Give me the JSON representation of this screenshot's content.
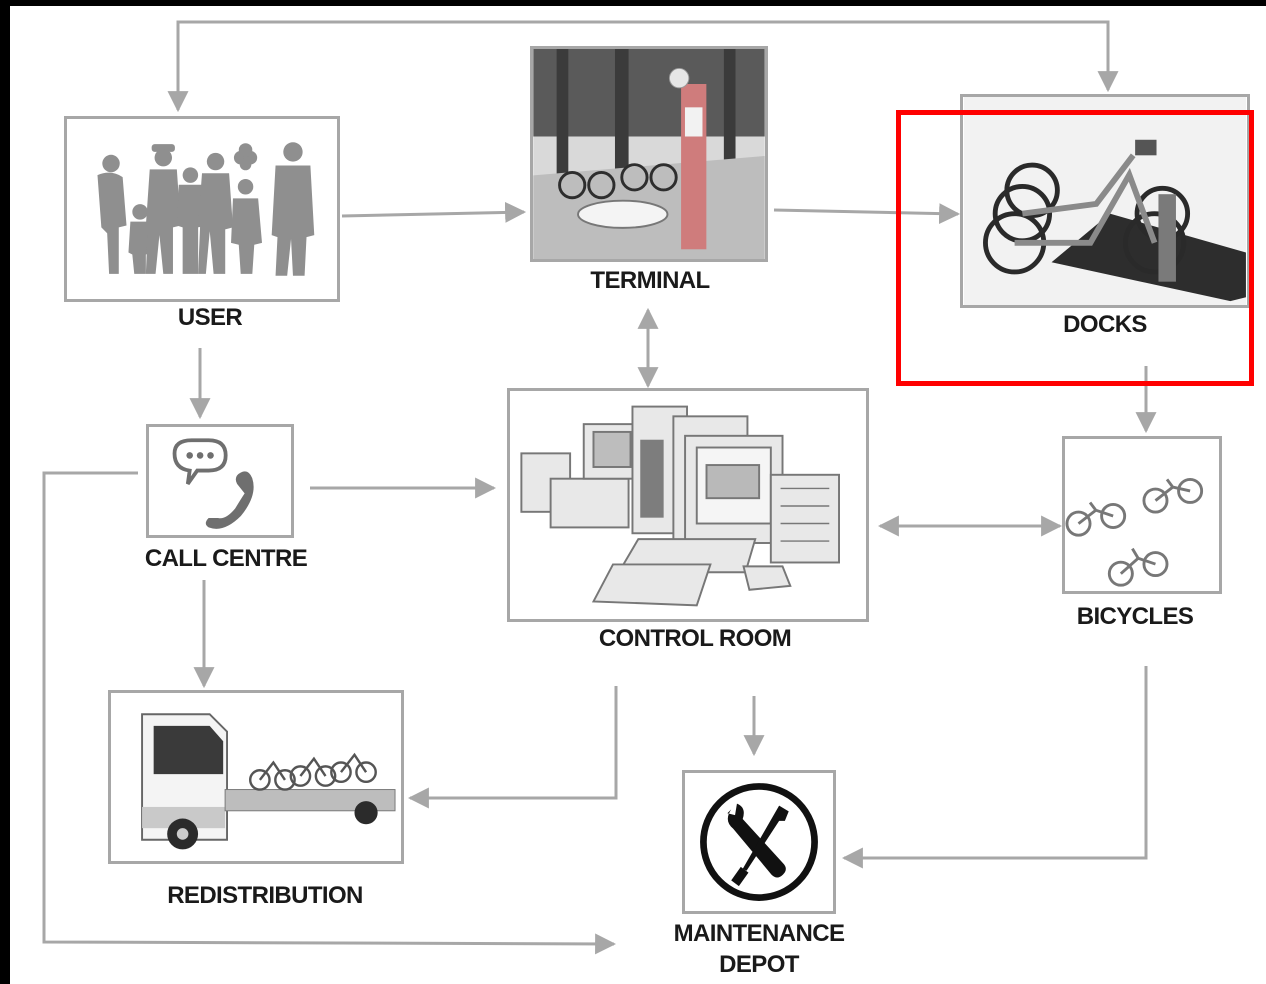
{
  "nodes": {
    "user": {
      "label": "USER",
      "icon": "people-silhouette-icon"
    },
    "terminal": {
      "label": "TERMINAL",
      "icon": "bike-terminal-photo"
    },
    "docks": {
      "label": "DOCKS",
      "icon": "bike-docks-photo"
    },
    "call_centre": {
      "label": "CALL CENTRE",
      "icon": "chat-phone-icon"
    },
    "control_room": {
      "label": "CONTROL ROOM",
      "icon": "computer-equipment-icon"
    },
    "bicycles": {
      "label": "BICYCLES",
      "icon": "bicycles-icon"
    },
    "redistribution": {
      "label": "REDISTRIBUTION",
      "icon": "truck-with-bicycles-icon"
    },
    "maintenance_depot": {
      "label_line1": "MAINTENANCE",
      "label_line2": "DEPOT",
      "icon": "wrench-screwdriver-icon"
    }
  },
  "highlight": {
    "target": "docks",
    "color": "#ff0000"
  },
  "colors": {
    "arrow": "#a7a7a7",
    "box_border": "#a7a7a7",
    "label": "#1a1a1a",
    "background": "#ffffff",
    "frame": "#000000"
  }
}
